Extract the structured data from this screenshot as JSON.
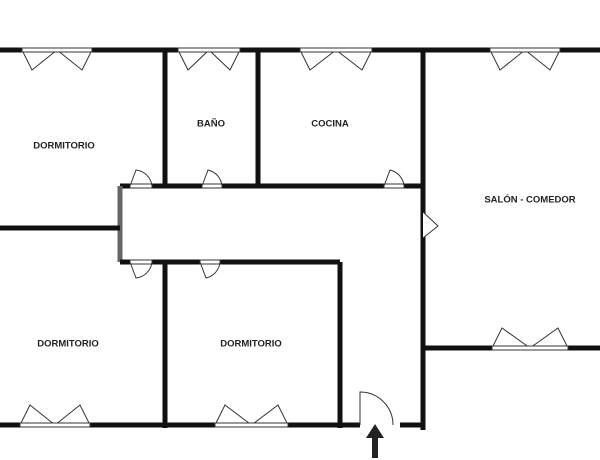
{
  "rooms": [
    {
      "label": "DORMITORIO"
    },
    {
      "label": "BAÑO"
    },
    {
      "label": "COCINA"
    },
    {
      "label": "SALÓN - COMEDOR"
    },
    {
      "label": "DORMITORIO"
    },
    {
      "label": "DORMITORIO"
    }
  ],
  "entrance_icon": "arrow-up-icon",
  "colors": {
    "wall": "#111111",
    "door": "#333333"
  }
}
